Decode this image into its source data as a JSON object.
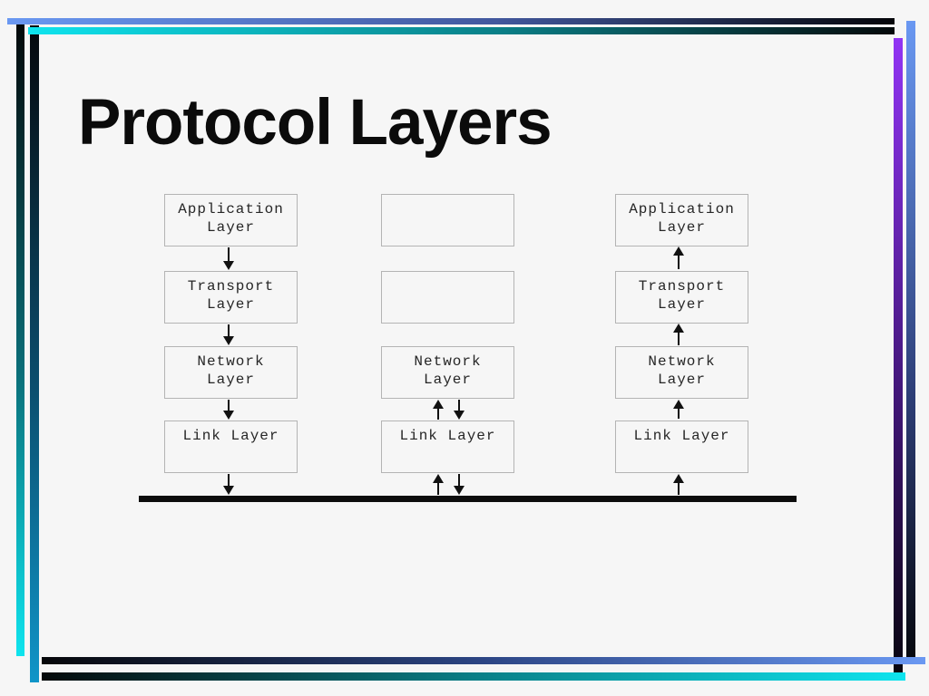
{
  "slide": {
    "title": "Protocol Layers"
  },
  "diagram": {
    "stacks": [
      {
        "name": "left-host-stack",
        "flow": "down",
        "boxes": [
          "Application Layer",
          "Transport Layer",
          "Network Layer",
          "Link Layer"
        ]
      },
      {
        "name": "middle-router-stack",
        "flow": "bidirectional",
        "boxes": [
          "",
          "",
          "Network Layer",
          "Link Layer"
        ]
      },
      {
        "name": "right-host-stack",
        "flow": "up",
        "boxes": [
          "Application Layer",
          "Transport Layer",
          "Network Layer",
          "Link Layer"
        ]
      }
    ],
    "medium_bar": ""
  },
  "theme": {
    "background": "#f6f6f6",
    "accent_blue": "#6a98f2",
    "accent_cyan": "#0ee4ee",
    "accent_purple": "#9134f4",
    "accent_teal_blue": "#1095c8",
    "ink": "#0d0d0d",
    "box_border": "#b4b4b4"
  }
}
